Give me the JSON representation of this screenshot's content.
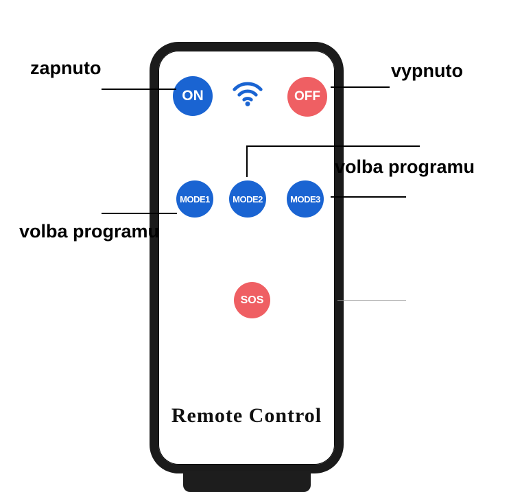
{
  "labels": {
    "zapnuto": "zapnuto",
    "vypnuto": "vypnuto",
    "volba_programu_left": "volba programu",
    "volba_programu_right": "volba programu"
  },
  "remote": {
    "on": "ON",
    "off": "OFF",
    "mode1": "MODE1",
    "mode2": "MODE2",
    "mode3": "MODE3",
    "sos": "SOS",
    "brand": "Remote Control"
  },
  "icons": {
    "wifi": "wifi-icon"
  },
  "colors": {
    "button_blue": "#1a64d2",
    "button_red": "#ef5f63",
    "body_outline": "#1b1b1b",
    "annotation_text": "#000000"
  }
}
